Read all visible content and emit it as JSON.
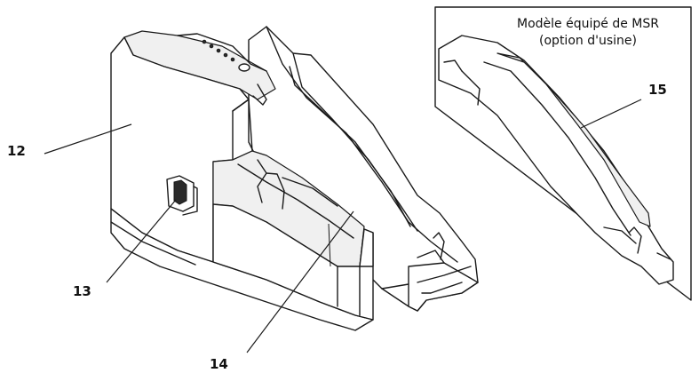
{
  "callouts": {
    "c12": "12",
    "c13": "13",
    "c14": "14",
    "c15": "15"
  },
  "inset": {
    "caption_line1": "Modèle équipé de MSR",
    "caption_line2": "(option d'usine)"
  }
}
